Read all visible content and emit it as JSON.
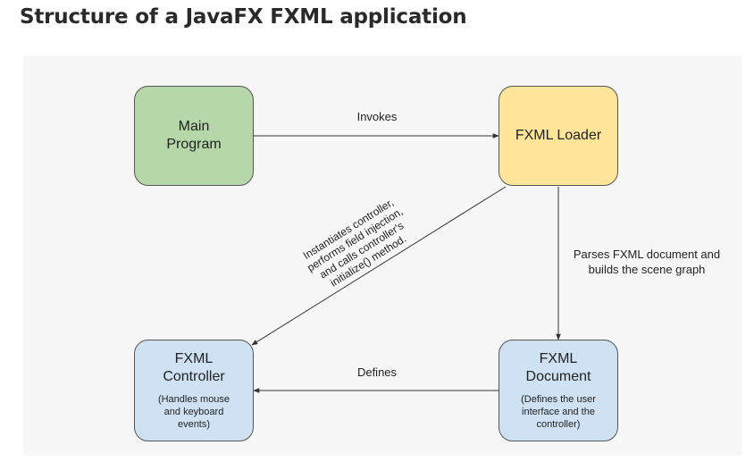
{
  "title": "Structure of a JavaFX FXML application",
  "nodes": {
    "main_program": {
      "title_line1": "Main",
      "title_line2": "Program",
      "color": "#b6d7a8"
    },
    "fxml_loader": {
      "title": "FXML Loader",
      "color": "#ffe599"
    },
    "fxml_controller": {
      "title_line1": "FXML",
      "title_line2": "Controller",
      "desc_line1": "(Handles mouse",
      "desc_line2": "and keyboard",
      "desc_line3": "events)",
      "color": "#cfe2f3"
    },
    "fxml_document": {
      "title_line1": "FXML",
      "title_line2": "Document",
      "desc_line1": "(Defines the user",
      "desc_line2": "interface and the",
      "desc_line3": "controller)",
      "color": "#cfe2f3"
    }
  },
  "edges": {
    "invokes": "Invokes",
    "parses_line1": "Parses FXML document and",
    "parses_line2": "builds the scene graph",
    "defines": "Defines",
    "instantiates_line1": "Instantiates controller,",
    "instantiates_line2": "performs field injection,",
    "instantiates_line3": "and calls controller's",
    "instantiates_line4": "initialize() method."
  }
}
